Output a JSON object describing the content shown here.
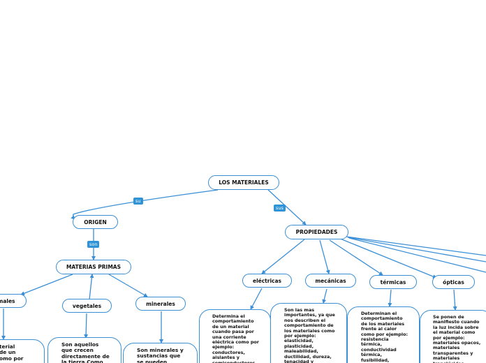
{
  "colors": {
    "line": "#3a8fd6",
    "tag_bg": "#2f93d8",
    "node_border": "#3a8fd6"
  },
  "nodes": {
    "root": "LOS MATERIALES",
    "origen": "ORIGEN",
    "materias_primas": "MATERIAS PRIMAS",
    "animales": "males",
    "vegetales": "vegetales",
    "minerales": "minerales",
    "propiedades": "PROPIEDADES",
    "electricas": "eléctricas",
    "mecanicas": "mecánicas",
    "termicas": "térmicas",
    "opticas": "ópticas"
  },
  "tags": {
    "su": "su",
    "sus": "sus",
    "son": "son"
  },
  "cards": {
    "animales": "terial\n de un\nomo por",
    "vegetales": "Son aquellos\nque crecen\ndirectamente de\nla tierra.Como",
    "minerales": "Son minerales y\nsustancias que\nse pueden",
    "electricas": "Determina el\ncomportamiento\nde un material\ncuando pasa por\nuna corriente\neléctrica como por\nejemplo:\nconductores,\naislantes y\nsemiconductores",
    "mecanicas": "Son las mas\nimportantes, ya que\nnos describen el\ncomportamiento de\nlos materiales como\npor ejemplo:\nelasticidad,\nplasticidad,\nmaleabilidad,\nductilidad, dureza,\ntenacidad y",
    "termicas": "Determinan el\ncomportamiento\nde los materiales\nfrente al calor\ncomo por ejemplo:\nresistencia\ntérmica,\nconductividad\ntérmica,\nfusibilidad,",
    "opticas": "Se ponen de\nmanifiesto cuando\nla luz incida sobre\nel material como\npor ejemplo:\nmateriales opacos,\nmateriales\ntransparentes y\nmateriales\ntranslúcidos"
  }
}
